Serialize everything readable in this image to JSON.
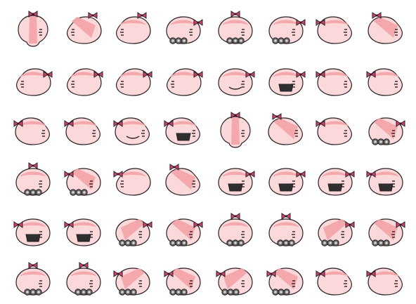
{
  "sheet": {
    "rows": 6,
    "cols": 8,
    "background": "#ffffff"
  },
  "palette": {
    "outline": "#2a2024",
    "body": "#fbd9db",
    "band": "#f4a5aa",
    "ribbon": "#d3406d",
    "snout": "#6b6b6b",
    "snout_inner": "#d9d9d9",
    "mouth": "#2f2f2f"
  },
  "sprites": [
    {
      "id": "r1c1",
      "view": "back",
      "bow": "top",
      "band": "vertical",
      "mouth": "none",
      "snout": false
    },
    {
      "id": "r1c2",
      "view": "side-left",
      "bow": "top-right",
      "band": "diagonal",
      "mouth": "none",
      "snout": false
    },
    {
      "id": "r1c3",
      "view": "side-left",
      "bow": "top-right",
      "band": "top",
      "mouth": "none",
      "snout": false
    },
    {
      "id": "r1c4",
      "view": "quarter-down",
      "bow": "right",
      "band": "top",
      "mouth": "none",
      "snout": true
    },
    {
      "id": "r1c5",
      "view": "front-down",
      "bow": "top",
      "band": "top",
      "mouth": "none",
      "snout": true
    },
    {
      "id": "r1c6",
      "view": "quarter-down",
      "bow": "right",
      "band": "top",
      "mouth": "none",
      "snout": true
    },
    {
      "id": "r1c7",
      "view": "side-right",
      "bow": "left",
      "band": "top",
      "mouth": "none",
      "snout": false
    },
    {
      "id": "r1c8",
      "view": "side-right",
      "bow": "top-left",
      "band": "diagonal",
      "mouth": "none",
      "snout": false
    },
    {
      "id": "r2c1",
      "view": "side-left",
      "bow": "right",
      "band": "top",
      "mouth": "none",
      "snout": false
    },
    {
      "id": "r2c2",
      "view": "side-left",
      "bow": "right",
      "band": "top",
      "mouth": "none",
      "snout": false
    },
    {
      "id": "r2c3",
      "view": "side-left",
      "bow": "right",
      "band": "top",
      "mouth": "none",
      "snout": false
    },
    {
      "id": "r2c4",
      "view": "side-left",
      "bow": "right",
      "band": "top",
      "mouth": "none",
      "snout": false
    },
    {
      "id": "r2c5",
      "view": "front",
      "bow": "right",
      "band": "top",
      "mouth": "smile",
      "snout": false
    },
    {
      "id": "r2c6",
      "view": "front",
      "bow": "right",
      "band": "top",
      "mouth": "open",
      "snout": false
    },
    {
      "id": "r2c7",
      "view": "side-right",
      "bow": "left",
      "band": "top",
      "mouth": "none",
      "snout": false
    },
    {
      "id": "r2c8",
      "view": "side-right",
      "bow": "left",
      "band": "top",
      "mouth": "none",
      "snout": false
    },
    {
      "id": "r3c1",
      "view": "side-right",
      "bow": "left",
      "band": "top",
      "mouth": "none",
      "snout": false
    },
    {
      "id": "r3c2",
      "view": "side-right",
      "bow": "left",
      "band": "top",
      "mouth": "none",
      "snout": false
    },
    {
      "id": "r3c3",
      "view": "side-right",
      "bow": "left",
      "band": "top",
      "mouth": "smile",
      "snout": false
    },
    {
      "id": "r3c4",
      "view": "side-right",
      "bow": "left",
      "band": "top",
      "mouth": "open",
      "snout": false
    },
    {
      "id": "r3c5",
      "view": "back",
      "bow": "top",
      "band": "vertical",
      "mouth": "none",
      "snout": false
    },
    {
      "id": "r3c6",
      "view": "side-right",
      "bow": "top-left",
      "band": "diagonal",
      "mouth": "none",
      "snout": false
    },
    {
      "id": "r3c7",
      "view": "side-right",
      "bow": "left",
      "band": "top",
      "mouth": "none",
      "snout": false
    },
    {
      "id": "r3c8",
      "view": "quarter-down",
      "bow": "right",
      "band": "diagonal",
      "mouth": "none",
      "snout": true
    },
    {
      "id": "r4c1",
      "view": "front-down",
      "bow": "top",
      "band": "top",
      "mouth": "none",
      "snout": true
    },
    {
      "id": "r4c2",
      "view": "quarter-down",
      "bow": "left",
      "band": "diagonal",
      "mouth": "none",
      "snout": true
    },
    {
      "id": "r4c3",
      "view": "side-left",
      "bow": "left",
      "band": "top",
      "mouth": "none",
      "snout": false
    },
    {
      "id": "r4c4",
      "view": "side-right",
      "bow": "top-left",
      "band": "diagonal",
      "mouth": "none",
      "snout": false
    },
    {
      "id": "r4c5",
      "view": "front",
      "bow": "right",
      "band": "top",
      "mouth": "open",
      "snout": false
    },
    {
      "id": "r4c6",
      "view": "front",
      "bow": "right",
      "band": "top",
      "mouth": "open",
      "snout": false
    },
    {
      "id": "r4c7",
      "view": "front",
      "bow": "right",
      "band": "top",
      "mouth": "open",
      "snout": false
    },
    {
      "id": "r4c8",
      "view": "front",
      "bow": "left",
      "band": "top",
      "mouth": "open",
      "snout": false
    },
    {
      "id": "r5c1",
      "view": "front",
      "bow": "left",
      "band": "top",
      "mouth": "open",
      "snout": false
    },
    {
      "id": "r5c2",
      "view": "front",
      "bow": "left",
      "band": "top",
      "mouth": "open",
      "snout": false
    },
    {
      "id": "r5c3",
      "view": "quarter-down",
      "bow": "right",
      "band": "diagonal",
      "mouth": "none",
      "snout": true
    },
    {
      "id": "r5c4",
      "view": "quarter-down",
      "bow": "right",
      "band": "diagonal",
      "mouth": "none",
      "snout": true
    },
    {
      "id": "r5c5",
      "view": "front-down",
      "bow": "top",
      "band": "top",
      "mouth": "none",
      "snout": true
    },
    {
      "id": "r5c6",
      "view": "front-down",
      "bow": "top",
      "band": "top",
      "mouth": "none",
      "snout": true
    },
    {
      "id": "r5c7",
      "view": "quarter-down",
      "bow": "right",
      "band": "diagonal",
      "mouth": "none",
      "snout": true
    },
    {
      "id": "r5c8",
      "view": "quarter-down",
      "bow": "right",
      "band": "diagonal",
      "mouth": "none",
      "snout": true
    },
    {
      "id": "r6c1",
      "view": "front-down",
      "bow": "top",
      "band": "top",
      "mouth": "none",
      "snout": true
    },
    {
      "id": "r6c2",
      "view": "front-down",
      "bow": "top",
      "band": "top",
      "mouth": "none",
      "snout": true
    },
    {
      "id": "r6c3",
      "view": "quarter-down",
      "bow": "left",
      "band": "diagonal",
      "mouth": "none",
      "snout": true
    },
    {
      "id": "r6c4",
      "view": "quarter-down",
      "bow": "left",
      "band": "diagonal",
      "mouth": "none",
      "snout": true
    },
    {
      "id": "r6c5",
      "view": "quarter-down",
      "bow": "left",
      "band": "diagonal",
      "mouth": "none",
      "snout": true
    },
    {
      "id": "r6c6",
      "view": "quarter-down",
      "bow": "left",
      "band": "diagonal",
      "mouth": "none",
      "snout": true
    },
    {
      "id": "r6c7",
      "view": "side-right",
      "bow": "left",
      "band": "top",
      "mouth": "none",
      "snout": false
    },
    {
      "id": "r6c8",
      "view": "side-right",
      "bow": "left",
      "band": "top",
      "mouth": "none",
      "snout": false
    }
  ]
}
